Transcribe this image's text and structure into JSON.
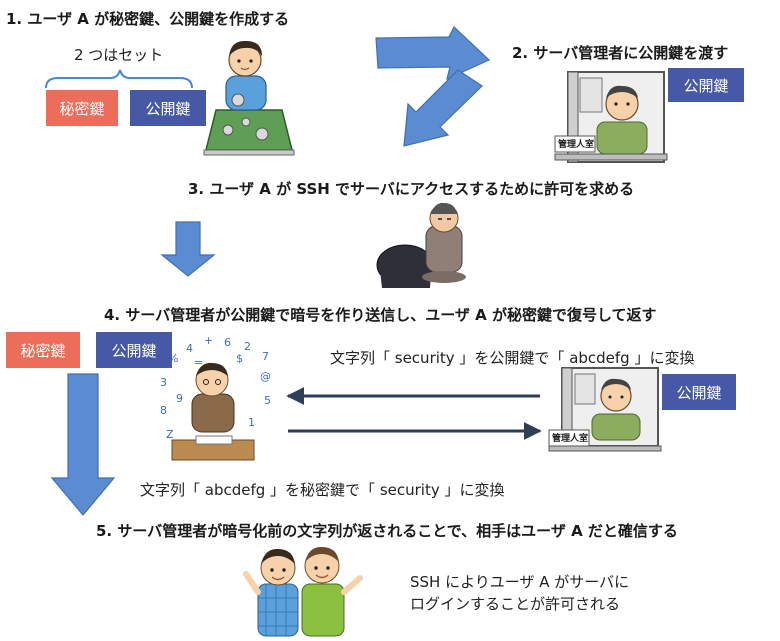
{
  "steps": {
    "s1": "1. ユーザ A が秘密鍵、公開鍵を作成する",
    "s2": "2. サーバ管理者に公開鍵を渡す",
    "s3": "3. ユーザ A が SSH でサーバにアクセスするために許可を求める",
    "s4": "4. サーバ管理者が公開鍵で暗号を作り送信し、ユーザ A が秘密鍵で復号して返す",
    "s5": "5. サーバ管理者が暗号化前の文字列が返されることで、相手はユーザ A だと確信する"
  },
  "pair_note": "2 つはセット",
  "keys": {
    "private": "秘密鍵",
    "public": "公開鍵"
  },
  "encrypt_note": "文字列「 security 」を公開鍵で「 abcdefg 」に変換",
  "decrypt_note": "文字列「 abcdefg 」を秘密鍵で「 security 」に変換",
  "result_lines": [
    "SSH によりユーザ A がサーバに",
    "ログインすることが許可される"
  ],
  "office_sign": "管理人室",
  "colors": {
    "private_key": "#ec6e5a",
    "public_key": "#4759a6",
    "arrow": "#5b8bd0",
    "message_arrow": "#2e3e56"
  }
}
